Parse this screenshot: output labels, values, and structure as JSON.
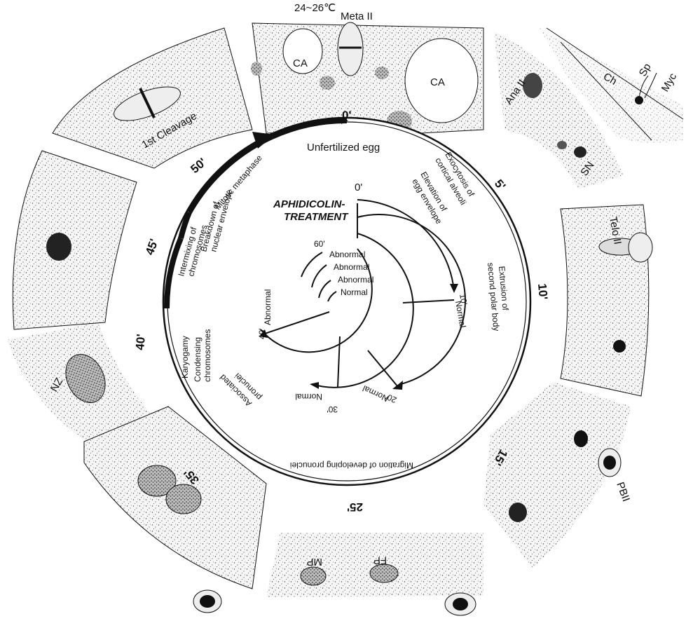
{
  "title_lines": [
    "APHIDICOLIN-",
    "TREATMENT"
  ],
  "temperature": "24~26℃",
  "times": [
    "0'",
    "5'",
    "10'",
    "15'",
    "25'",
    "35'",
    "40'",
    "45'",
    "50'"
  ],
  "ring_labels": {
    "unfertilized": "Unfertilized egg",
    "exocytosis_1": "Exocytosis of",
    "exocytosis_2": "cortical alveoli",
    "elevation_1": "Elevation of",
    "elevation_2": "egg envelope",
    "extrusion_1": "Extrusion of",
    "extrusion_2": "second polar body",
    "migration": "Migration of developing pronuclei",
    "associated_1": "Associated",
    "associated_2": "pronuclei",
    "karyogamy": "Karyogamy",
    "condensing_1": "Condensing",
    "condensing_2": "chromosomes",
    "intermixing_1": "Intermixing of",
    "intermixing_2": "chromosomes",
    "breakdown_1": "Breakdown of",
    "breakdown_2": "nuclear envelope",
    "mitotic": "Mitotic metaphase"
  },
  "treatment": {
    "start": "0'",
    "t10": "10'",
    "t20": "20'",
    "t30": "30'",
    "t40": "40'",
    "t60": "60'",
    "normal": "Normal",
    "abnormal": "Abnormal"
  },
  "cell_labels": {
    "meta2": "Meta II",
    "ca_left": "CA",
    "ca_right": "CA",
    "ana2": "Ana II",
    "sn": "SN",
    "ch": "Ch",
    "sp": "Sp",
    "myc": "Myc",
    "telo2": "Telo II",
    "pbii": "PBII",
    "fp": "FP",
    "mp": "MP",
    "nz": "NZ",
    "first_cleavage": "1st Cleavage"
  },
  "colors": {
    "ink": "#111111",
    "paper": "#ffffff",
    "stipple": "#2a2a2a"
  }
}
